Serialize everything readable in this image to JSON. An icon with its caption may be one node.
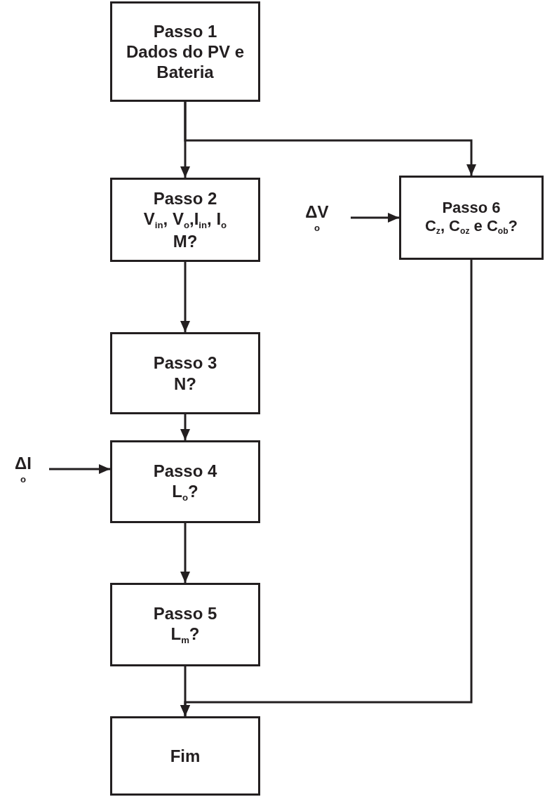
{
  "diagram": {
    "nodes": [
      {
        "text": [
          "Passo 1",
          "Dados do PV e Bateria"
        ]
      },
      {
        "text": [
          "Passo 2",
          "V$_{in}$, V$_{o}$,I$_{in}$, I$_{o}$",
          "M?"
        ]
      },
      {
        "text": [
          "ΔV$_{o}$"
        ]
      },
      {
        "text": [
          "Passo 6",
          "C$_{z}$, C$_{oz}$ e C$_{ob}$?"
        ]
      },
      {
        "text": [
          "Passo 3",
          "N?"
        ]
      },
      {
        "text": [
          "ΔI$_{o}$"
        ]
      },
      {
        "text": [
          "Passo 4",
          "L$_{o}$?"
        ]
      },
      {
        "text": [
          "Passo 5",
          "L$_{m}$?"
        ]
      },
      {
        "text": [
          "Fim"
        ]
      }
    ],
    "edges": [
      {
        "from": 0,
        "to": 1,
        "arrow": "to"
      },
      {
        "from": 0,
        "to": 3,
        "arrow": "to"
      },
      {
        "from": 2,
        "to": 3,
        "arrow": "to"
      },
      {
        "from": 1,
        "to": 4,
        "arrow": "to"
      },
      {
        "from": 4,
        "to": 6,
        "arrow": "to"
      },
      {
        "from": 5,
        "to": 6,
        "arrow": "to"
      },
      {
        "from": 6,
        "to": 7,
        "arrow": "to"
      },
      {
        "from": 7,
        "to": 8,
        "arrow": "to"
      },
      {
        "from": 3,
        "to": 8,
        "arrow": "to"
      }
    ]
  }
}
